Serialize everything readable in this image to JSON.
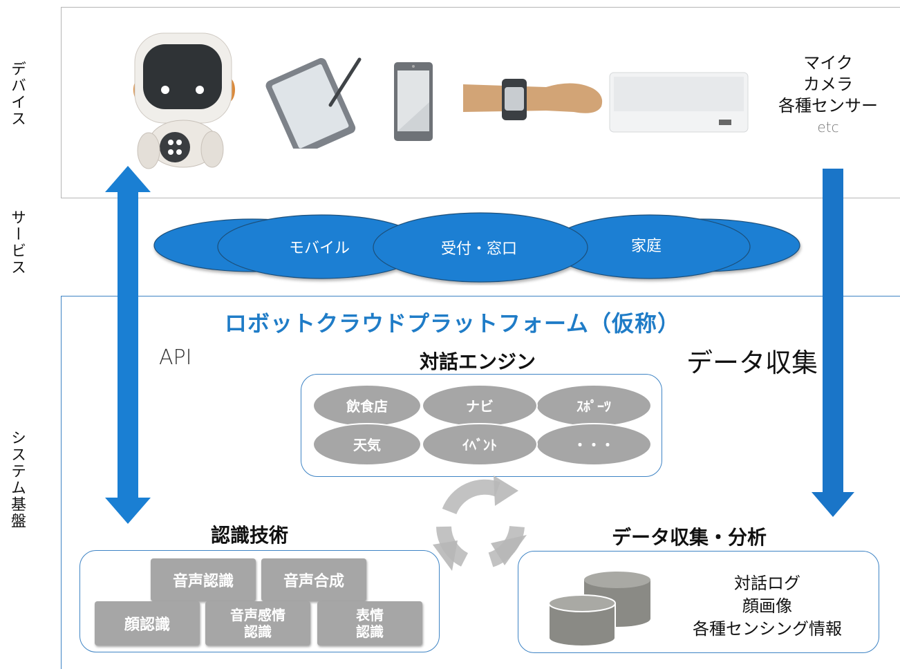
{
  "layers": {
    "device": "デバイス",
    "service": "サービス",
    "system": "システム基盤"
  },
  "devices": {
    "icons": [
      "robot-icon",
      "tablet-icon",
      "smartphone-icon",
      "smartwatch-icon",
      "air-conditioner-icon"
    ],
    "sensors": [
      "マイク",
      "カメラ",
      "各種センサー"
    ],
    "sensors_etc": "etc"
  },
  "services": [
    "モバイル",
    "受付・窓口",
    "家庭"
  ],
  "platform": {
    "title": "ロボットクラウドプラットフォーム（仮称）",
    "api": "API",
    "data_collection": "データ収集"
  },
  "dialogue_engine": {
    "title": "対話エンジン",
    "domains": [
      "飲食店",
      "ナビ",
      "ｽﾎﾟｰﾂ",
      "天気",
      "ｲﾍﾞﾝﾄ",
      "・・・"
    ]
  },
  "recognition": {
    "title": "認識技術",
    "top_row": [
      "音声認識",
      "音声合成"
    ],
    "bottom_row": [
      {
        "line1": "顔認識",
        "line2": ""
      },
      {
        "line1": "音声感情",
        "line2": "認識"
      },
      {
        "line1": "表情",
        "line2": "認識"
      }
    ]
  },
  "analysis": {
    "title": "データ収集・分析",
    "items": [
      "対話ログ",
      "顔画像",
      "各種センシング情報"
    ]
  },
  "colors": {
    "accent_blue": "#1f7cc7",
    "arrow_blue": "#1a7fd3",
    "gray_block": "#a6a6a6",
    "border_blue": "#3d83c4"
  }
}
